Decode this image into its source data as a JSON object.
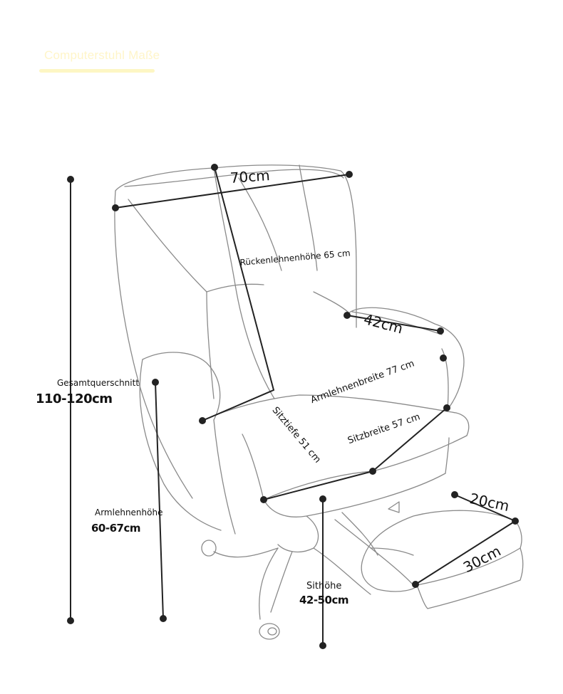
{
  "title": "Computerstuhl Maße",
  "dimensions": {
    "width": "70cm",
    "backrest_height": "Rückenlehnenhöhe 65 cm",
    "armrest_length": "42cm",
    "armrest_width": "Armlehnenbreite 77 cm",
    "seat_depth": "Sitztiefe 51 cm",
    "seat_width": "Sitzbreite 57 cm",
    "footrest_depth": "20cm",
    "footrest_width": "30cm"
  },
  "side_labels": {
    "total_label": "Gesamtquerschnitt",
    "total_value": "110-120cm",
    "armrest_height_label": "Armlehnenhöhe",
    "armrest_height_value": "60-67cm",
    "seat_height_label": "Sithöhe",
    "seat_height_value": "42-50cm"
  },
  "colors": {
    "line": "#222222",
    "sketch": "#8a8a8a",
    "title": "#fff5c8"
  }
}
